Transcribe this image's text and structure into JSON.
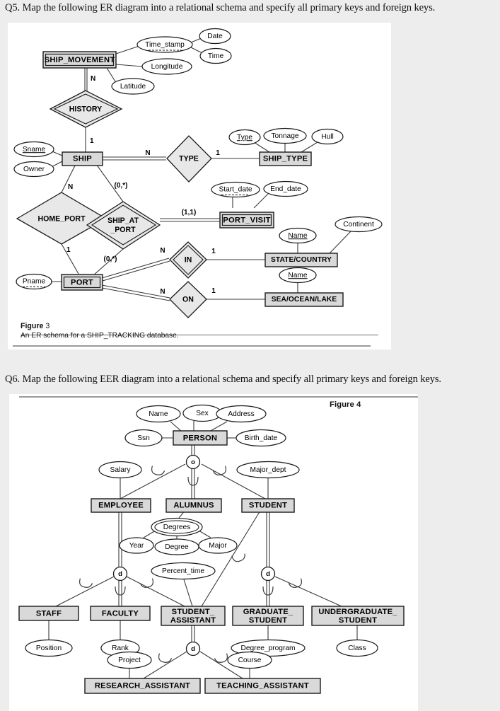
{
  "questions": {
    "q5": "Q5. Map the following ER diagram into a relational schema and specify all primary keys and foreign keys.",
    "q6": "Q6. Map the following EER diagram into a relational schema and specify all primary keys and foreign keys."
  },
  "figure3": {
    "caption_number_label": "Figure",
    "caption_number": "3",
    "caption_text": "An ER schema for a SHIP_TRACKING database.",
    "entities": [
      {
        "name": "SHIP_MOVEMENT",
        "weak": true
      },
      {
        "name": "SHIP",
        "weak": false
      },
      {
        "name": "SHIP_TYPE",
        "weak": false
      },
      {
        "name": "PORT_VISIT",
        "weak": true
      },
      {
        "name": "PORT",
        "weak": false
      },
      {
        "name": "STATE/COUNTRY",
        "weak": false
      },
      {
        "name": "SEA/OCEAN/LAKE",
        "weak": false
      }
    ],
    "relationships": [
      {
        "name": "HISTORY",
        "identifying": true
      },
      {
        "name": "TYPE",
        "identifying": false
      },
      {
        "name": "HOME_PORT",
        "identifying": false
      },
      {
        "name": "SHIP_AT_PORT",
        "identifying": true,
        "line1": "SHIP_AT",
        "line2": "_PORT"
      },
      {
        "name": "IN",
        "identifying": true
      },
      {
        "name": "ON",
        "identifying": false
      }
    ],
    "attributes": [
      {
        "name": "Date",
        "owner": "Time_stamp",
        "key": "none"
      },
      {
        "name": "Time",
        "owner": "Time_stamp",
        "key": "none"
      },
      {
        "name": "Time_stamp",
        "owner": "SHIP_MOVEMENT",
        "key": "partial"
      },
      {
        "name": "Longitude",
        "owner": "SHIP_MOVEMENT",
        "key": "none"
      },
      {
        "name": "Latitude",
        "owner": "SHIP_MOVEMENT",
        "key": "none"
      },
      {
        "name": "Sname",
        "owner": "SHIP",
        "key": "primary"
      },
      {
        "name": "Owner",
        "owner": "SHIP",
        "key": "none"
      },
      {
        "name": "Type",
        "owner": "SHIP_TYPE",
        "key": "primary"
      },
      {
        "name": "Tonnage",
        "owner": "SHIP_TYPE",
        "key": "none"
      },
      {
        "name": "Hull",
        "owner": "SHIP_TYPE",
        "key": "none"
      },
      {
        "name": "Start_date",
        "owner": "PORT_VISIT",
        "key": "partial"
      },
      {
        "name": "End_date",
        "owner": "PORT_VISIT",
        "key": "none"
      },
      {
        "name": "Pname",
        "owner": "PORT",
        "key": "partial"
      },
      {
        "name": "Name",
        "owner": "STATE/COUNTRY",
        "key": "primary"
      },
      {
        "name": "Continent",
        "owner": "STATE/COUNTRY",
        "key": "none"
      },
      {
        "name": "Name",
        "owner": "SEA/OCEAN/LAKE",
        "key": "primary"
      }
    ],
    "cardinalities": [
      {
        "label": "N",
        "edge": "SHIP_MOVEMENT-HISTORY"
      },
      {
        "label": "1",
        "edge": "HISTORY-SHIP"
      },
      {
        "label": "N",
        "edge": "SHIP-TYPE"
      },
      {
        "label": "1",
        "edge": "TYPE-SHIP_TYPE"
      },
      {
        "label": "N",
        "edge": "SHIP-HOME_PORT"
      },
      {
        "label": "1",
        "edge": "HOME_PORT-PORT"
      },
      {
        "label": "(0,*)",
        "edge": "SHIP-SHIP_AT_PORT"
      },
      {
        "label": "(0,*)",
        "edge": "SHIP_AT_PORT-PORT"
      },
      {
        "label": "(1,1)",
        "edge": "SHIP_AT_PORT-PORT_VISIT"
      },
      {
        "label": "N",
        "edge": "PORT-IN"
      },
      {
        "label": "1",
        "edge": "IN-STATE/COUNTRY"
      },
      {
        "label": "N",
        "edge": "PORT-ON"
      },
      {
        "label": "1",
        "edge": "ON-SEA/OCEAN/LAKE"
      }
    ]
  },
  "figure4": {
    "label": "Figure 4",
    "entities": [
      {
        "name": "PERSON"
      },
      {
        "name": "EMPLOYEE"
      },
      {
        "name": "ALUMNUS"
      },
      {
        "name": "STUDENT"
      },
      {
        "name": "STAFF"
      },
      {
        "name": "FACULTY"
      },
      {
        "name": "STUDENT_ASSISTANT",
        "line1": "STUDENT_",
        "line2": "ASSISTANT"
      },
      {
        "name": "GRADUATE_STUDENT",
        "line1": "GRADUATE_",
        "line2": "STUDENT"
      },
      {
        "name": "UNDERGRADUATE_STUDENT",
        "line1": "UNDERGRADUATE_",
        "line2": "STUDENT"
      },
      {
        "name": "RESEARCH_ASSISTANT"
      },
      {
        "name": "TEACHING_ASSISTANT"
      }
    ],
    "attributes": [
      {
        "name": "Name",
        "owner": "PERSON"
      },
      {
        "name": "Sex",
        "owner": "PERSON"
      },
      {
        "name": "Address",
        "owner": "PERSON"
      },
      {
        "name": "Ssn",
        "owner": "PERSON"
      },
      {
        "name": "Birth_date",
        "owner": "PERSON"
      },
      {
        "name": "Salary",
        "owner": "EMPLOYEE"
      },
      {
        "name": "Degrees",
        "owner": "ALUMNUS",
        "multivalued": true
      },
      {
        "name": "Year",
        "owner": "Degrees"
      },
      {
        "name": "Degree",
        "owner": "Degrees"
      },
      {
        "name": "Major",
        "owner": "Degrees"
      },
      {
        "name": "Major_dept",
        "owner": "STUDENT"
      },
      {
        "name": "Position",
        "owner": "STAFF"
      },
      {
        "name": "Rank",
        "owner": "FACULTY"
      },
      {
        "name": "Percent_time",
        "owner": "STUDENT_ASSISTANT"
      },
      {
        "name": "Degree_program",
        "owner": "GRADUATE_STUDENT"
      },
      {
        "name": "Class",
        "owner": "UNDERGRADUATE_STUDENT"
      },
      {
        "name": "Project",
        "owner": "RESEARCH_ASSISTANT"
      },
      {
        "name": "Course",
        "owner": "TEACHING_ASSISTANT"
      }
    ],
    "specializations": [
      {
        "symbol": "o",
        "superclass": "PERSON",
        "subclasses": [
          "EMPLOYEE",
          "ALUMNUS",
          "STUDENT"
        ],
        "kind": "overlapping"
      },
      {
        "symbol": "d",
        "superclass": "EMPLOYEE",
        "subclasses": [
          "STAFF",
          "FACULTY",
          "STUDENT_ASSISTANT"
        ],
        "kind": "disjoint"
      },
      {
        "symbol": "d",
        "superclass": "STUDENT",
        "subclasses": [
          "GRADUATE_STUDENT",
          "UNDERGRADUATE_STUDENT"
        ],
        "kind": "disjoint"
      },
      {
        "symbol": "d",
        "superclass": "STUDENT_ASSISTANT",
        "subclasses": [
          "RESEARCH_ASSISTANT",
          "TEACHING_ASSISTANT"
        ],
        "kind": "disjoint"
      }
    ]
  },
  "colors": {
    "page_background": "#ededed",
    "panel_background": "#ffffff",
    "entity_fill": "#d9d9d9",
    "relationship_fill": "#e8e8e8",
    "attribute_fill": "#ffffff",
    "stroke": "#1a1a1a",
    "rule": "#9a9a9a"
  }
}
